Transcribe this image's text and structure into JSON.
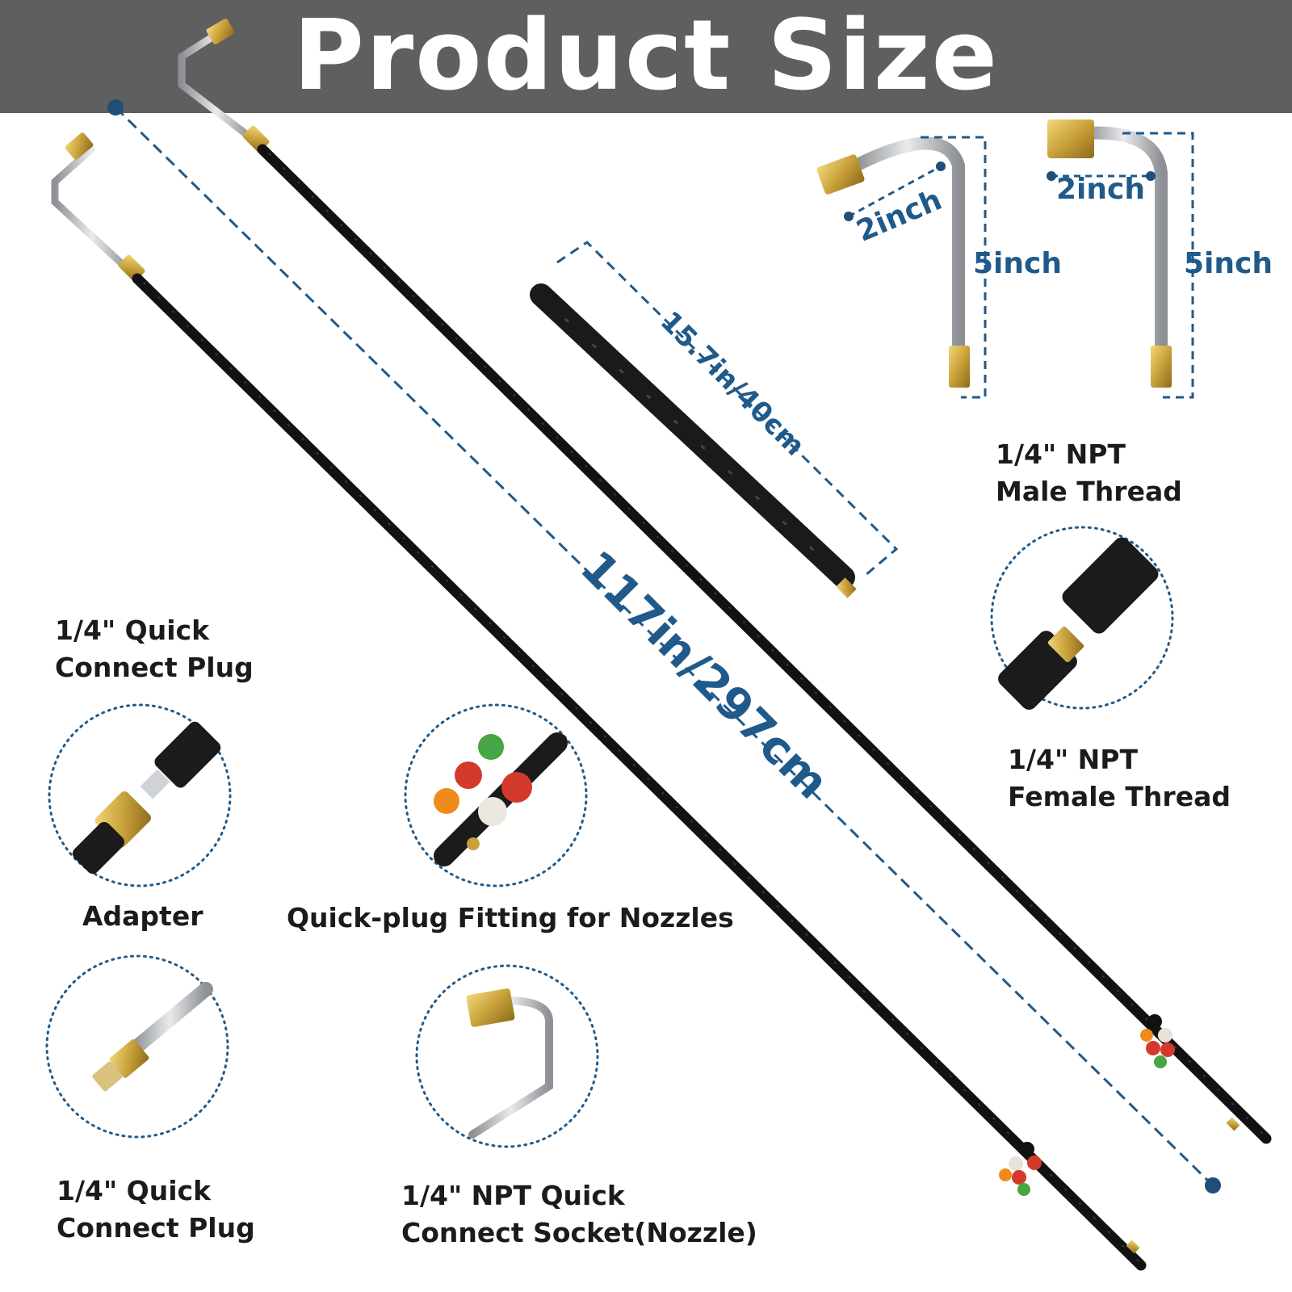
{
  "header": {
    "title": "Product Size"
  },
  "dimensions": {
    "overall_length": "117in/297cm",
    "extension_length": "15.7in/40cm",
    "elbow_left_width": "2inch",
    "elbow_left_height": "5inch",
    "elbow_right_width": "2inch",
    "elbow_right_height": "5inch"
  },
  "labels": {
    "male_thread": [
      "1/4\" NPT",
      "Male Thread"
    ],
    "female_thread": [
      "1/4\" NPT",
      "Female Thread"
    ],
    "quick_connect_plug_top": [
      "1/4\" Quick",
      "Connect Plug"
    ],
    "adapter": "Adapter",
    "nozzle_fitting": "Quick-plug Fitting for Nozzles",
    "quick_connect_plug_bottom": [
      "1/4\" Quick",
      "Connect Plug"
    ],
    "npt_socket": [
      "1/4\" NPT Quick",
      "Connect Socket(Nozzle)"
    ]
  },
  "colors": {
    "banner": "#5f5f5f",
    "dimension_blue": "#1f5a8a",
    "brass": "#c9a13b",
    "wand": "#111111",
    "steel": "#b9bcc0"
  },
  "nozzle_colors": [
    "green",
    "red",
    "yellow",
    "white",
    "black"
  ]
}
